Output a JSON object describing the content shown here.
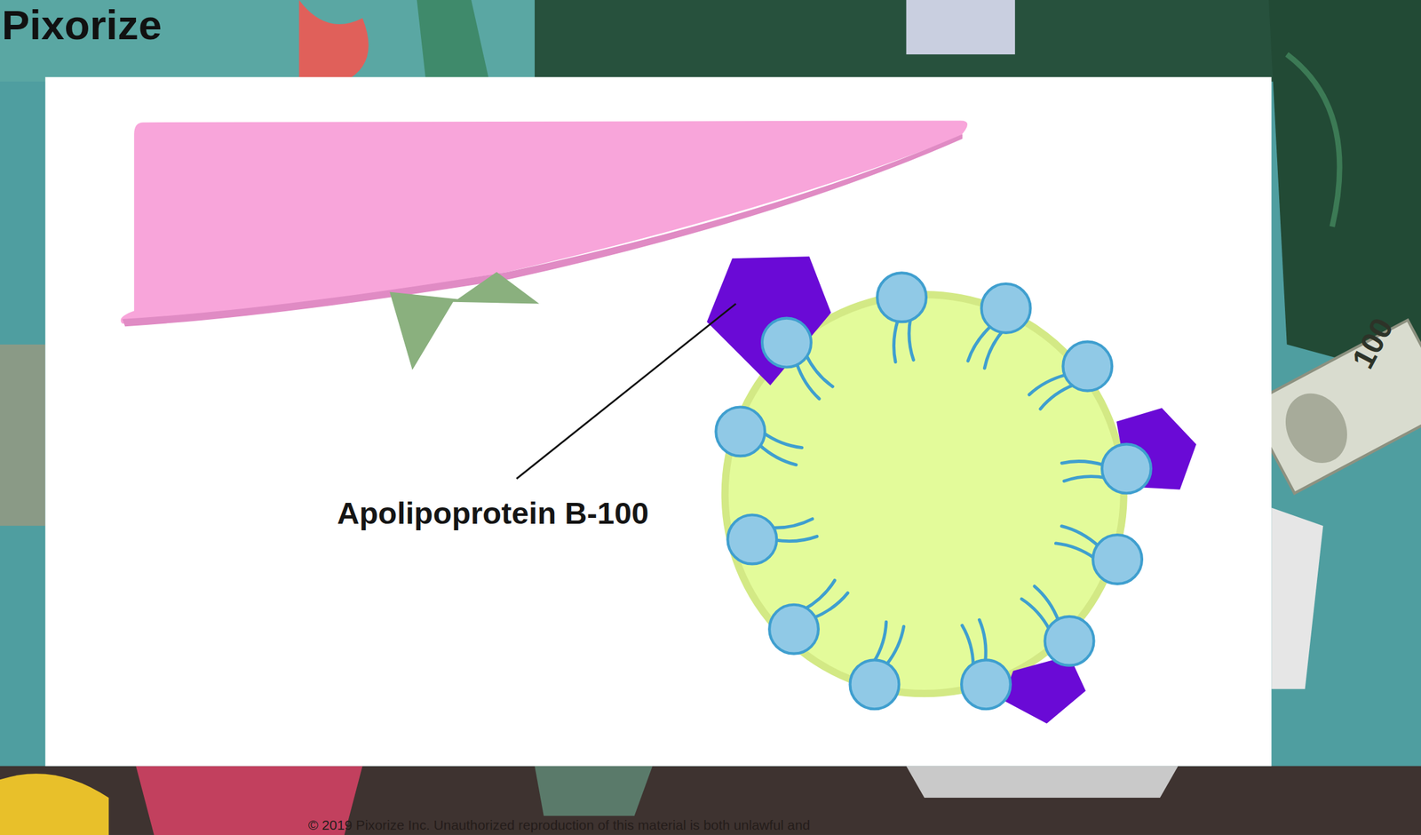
{
  "diagram": {
    "labels": [
      "Pixorize",
      "Apolipoprotein B-100",
      "100",
      "© 2019 Pixorize Inc. Unauthorized reproduction of this material is both unlawful and"
    ]
  }
}
